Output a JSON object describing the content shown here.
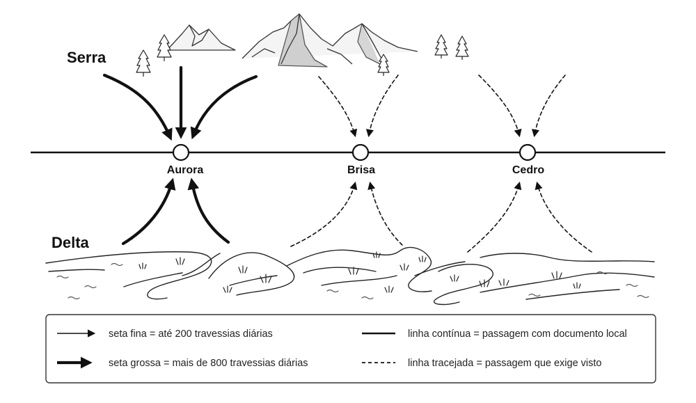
{
  "regions": {
    "north": "Serra",
    "south": "Delta"
  },
  "nodes": [
    {
      "id": "aurora",
      "label": "Aurora",
      "border": "continuous",
      "flow": "thick"
    },
    {
      "id": "brisa",
      "label": "Brisa",
      "border": "dashed",
      "flow": "thin"
    },
    {
      "id": "cedro",
      "label": "Cedro",
      "border": "dashed",
      "flow": "thin"
    }
  ],
  "legend": {
    "thin_arrow": "seta fina = até 200 travessias diárias",
    "thick_arrow": "seta grossa = mais de 800 travessias diárias",
    "solid_line": "linha contínua = passagem com documento local",
    "dashed_line": "linha tracejada = passagem que exige visto"
  },
  "colors": {
    "ink": "#111111",
    "mountain_shade": "#c8c8c8",
    "legend_border": "#333333"
  }
}
